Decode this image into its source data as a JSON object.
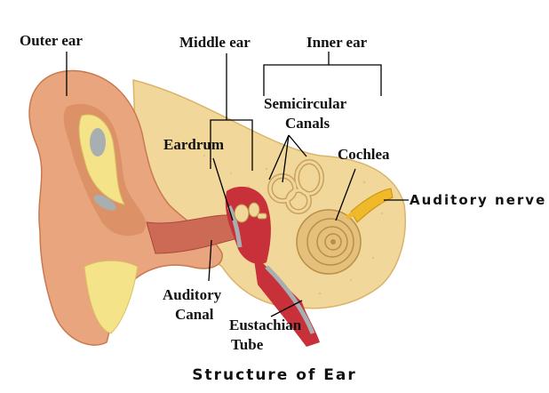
{
  "labels": {
    "outer_ear": "Outer ear",
    "middle_ear": "Middle ear",
    "inner_ear": "Inner ear",
    "semicircular_canals_line1": "Semicircular",
    "semicircular_canals_line2": "Canals",
    "eardrum": "Eardrum",
    "cochlea": "Cochlea",
    "auditory_nerve": "Auditory nerve",
    "auditory_canal_line1": "Auditory",
    "auditory_canal_line2": "Canal",
    "eustachian_tube_line1": "Eustachian",
    "eustachian_tube_line2": "Tube"
  },
  "caption": "Structure of Ear",
  "colors": {
    "skin": "#e9a57e",
    "skin_shadow": "#c9794f",
    "bone": "#f1d79a",
    "bone_dark": "#d9b46a",
    "cartilage": "#f5e38a",
    "red": "#c8303a",
    "grey": "#a9aeb1",
    "nerve": "#f0b92a"
  }
}
